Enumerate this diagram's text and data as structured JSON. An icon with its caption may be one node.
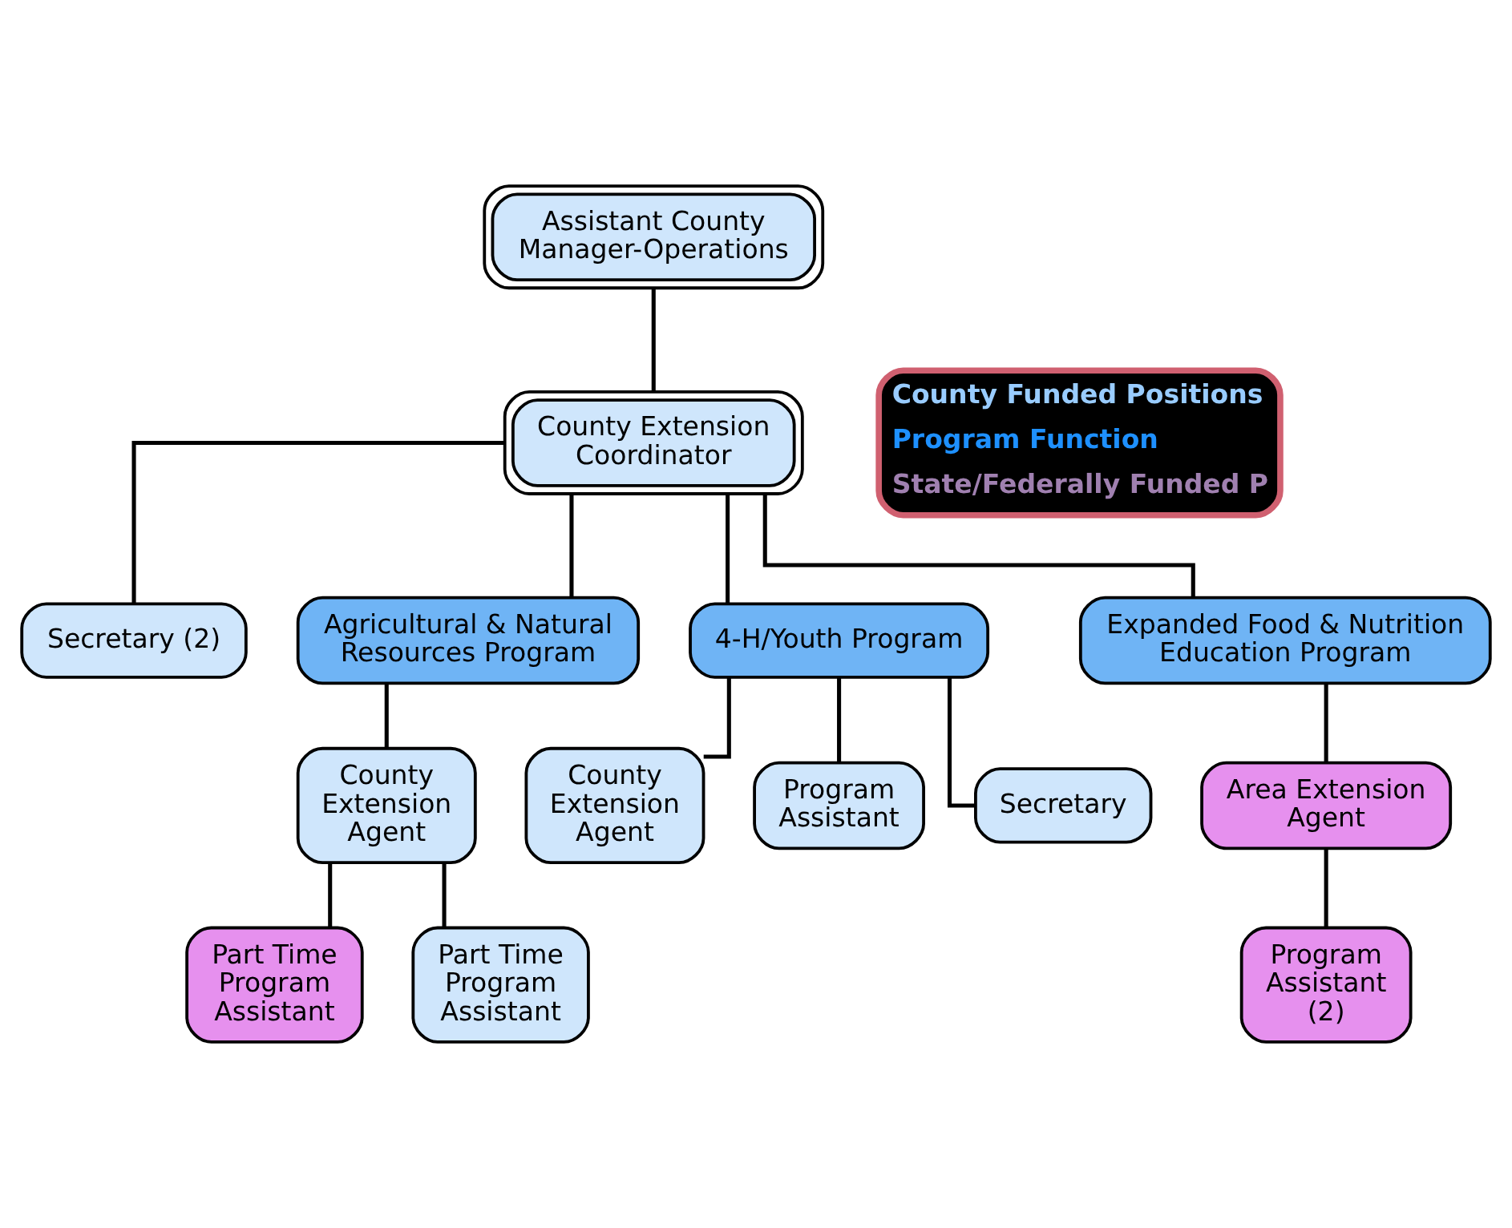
{
  "diagram": {
    "nodes": [
      {
        "text": [
          "Assistant County Manager-Operations"
        ]
      },
      {
        "text": [
          "County Extension Coordinator"
        ]
      },
      {
        "text": [
          "Secretary (2)"
        ]
      },
      {
        "text": [
          "Agricultural & Natural Resources Program"
        ]
      },
      {
        "text": [
          "4-H/Youth Program"
        ]
      },
      {
        "text": [
          "Expanded Food & Nutrition Education Program"
        ]
      },
      {
        "text": [
          "County Extension Agent"
        ]
      },
      {
        "text": [
          "Part Time Program Assistant"
        ]
      },
      {
        "text": [
          "Part Time Program Assistant"
        ]
      },
      {
        "text": [
          "County Extension Agent"
        ]
      },
      {
        "text": [
          "Program Assistant"
        ]
      },
      {
        "text": [
          "Secretary"
        ]
      },
      {
        "text": [
          "Area Extension Agent"
        ]
      },
      {
        "text": [
          "Program Assistant (2)"
        ]
      }
    ],
    "edges": [
      {
        "from": 0,
        "to": 1,
        "arrow": "none"
      },
      {
        "from": 1,
        "to": 2,
        "arrow": "none"
      },
      {
        "from": 1,
        "to": 3,
        "arrow": "none"
      },
      {
        "from": 1,
        "to": 4,
        "arrow": "none"
      },
      {
        "from": 1,
        "to": 5,
        "arrow": "none"
      },
      {
        "from": 3,
        "to": 6,
        "arrow": "none"
      },
      {
        "from": 6,
        "to": 7,
        "arrow": "none"
      },
      {
        "from": 6,
        "to": 8,
        "arrow": "none"
      },
      {
        "from": 4,
        "to": 9,
        "arrow": "none"
      },
      {
        "from": 4,
        "to": 10,
        "arrow": "none"
      },
      {
        "from": 4,
        "to": 11,
        "arrow": "none"
      },
      {
        "from": 5,
        "to": 12,
        "arrow": "none"
      },
      {
        "from": 12,
        "to": 13,
        "arrow": "none"
      }
    ],
    "legend": [
      {
        "text": "County Funded Positions",
        "color": "#99ccff"
      },
      {
        "text": "Program Function",
        "color": "#1e90ff"
      },
      {
        "text": "State/Federally Funded P",
        "color": "#a080b0"
      }
    ]
  }
}
